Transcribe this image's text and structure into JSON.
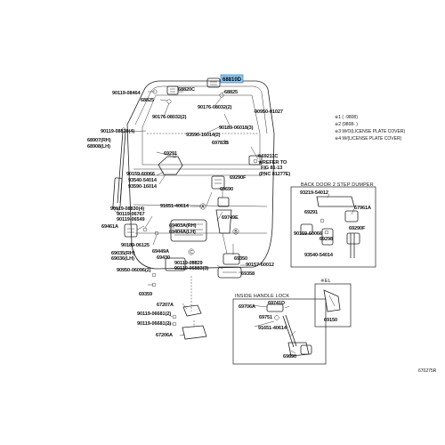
{
  "highlight_part": "68810D",
  "part_labels": [
    {
      "id": "p01",
      "text": "68820C"
    },
    {
      "id": "p02",
      "text": "90119-08464"
    },
    {
      "id": "p03",
      "text": "68825"
    },
    {
      "id": "p04",
      "text": "68825"
    },
    {
      "id": "p05",
      "text": "90176-08032(2)"
    },
    {
      "id": "p06",
      "text": "90176-08032(2)"
    },
    {
      "id": "p07",
      "text": "90950-01027"
    },
    {
      "id": "p08",
      "text": "90119-08830(4)"
    },
    {
      "id": "p09",
      "text": "90189-06018(3)"
    },
    {
      "id": "p10",
      "text": "93590-16014(2)"
    },
    {
      "id": "p11",
      "text": "69783B"
    },
    {
      "id": "p12",
      "text": "68907(RH)"
    },
    {
      "id": "p13",
      "text": "68908(LH)"
    },
    {
      "id": "p14",
      "text": "69291"
    },
    {
      "id": "p15",
      "text": "※69211C"
    },
    {
      "id": "p16",
      "text": "★REFER TO"
    },
    {
      "id": "p17",
      "text": "FIG 81-13"
    },
    {
      "id": "p18",
      "text": "(PNC 81277E)"
    },
    {
      "id": "p19",
      "text": "69290F"
    },
    {
      "id": "p20",
      "text": "90159-60066"
    },
    {
      "id": "p21",
      "text": "93540-54014"
    },
    {
      "id": "p22",
      "text": "93590-16014"
    },
    {
      "id": "p23",
      "text": "69690"
    },
    {
      "id": "p24",
      "text": "91651-40614"
    },
    {
      "id": "p25",
      "text": "90119-08830(4)"
    },
    {
      "id": "p26",
      "text": "90119-06767"
    },
    {
      "id": "p27",
      "text": "90119-06549"
    },
    {
      "id": "p28",
      "text": "69749E"
    },
    {
      "id": "p29",
      "text": "69461A"
    },
    {
      "id": "p30",
      "text": "69403A(RH)"
    },
    {
      "id": "p31",
      "text": "69404A(LH)"
    },
    {
      "id": "p32",
      "text": "90189-06125"
    },
    {
      "id": "p33",
      "text": "69035(RH)"
    },
    {
      "id": "p34",
      "text": "69036(LH)"
    },
    {
      "id": "p35",
      "text": "69449A"
    },
    {
      "id": "p36",
      "text": "69430"
    },
    {
      "id": "p37",
      "text": "90119-08829"
    },
    {
      "id": "p38",
      "text": "69350"
    },
    {
      "id": "p39",
      "text": "90950-06096(2)"
    },
    {
      "id": "p40",
      "text": "90119-06883(3)"
    },
    {
      "id": "p41",
      "text": "90157-60012"
    },
    {
      "id": "p42",
      "text": "69358"
    },
    {
      "id": "p43",
      "text": "69359"
    },
    {
      "id": "p44",
      "text": "67207A"
    },
    {
      "id": "p45",
      "text": "90119-06681(2)"
    },
    {
      "id": "p46",
      "text": "90119-06681(2)"
    },
    {
      "id": "p47",
      "text": "67206A"
    },
    {
      "id": "p48",
      "text": "93219-54012"
    },
    {
      "id": "p49",
      "text": "67961A"
    },
    {
      "id": "p50",
      "text": "69291"
    },
    {
      "id": "p51",
      "text": "90159-60066"
    },
    {
      "id": "p52",
      "text": "69298"
    },
    {
      "id": "p53",
      "text": "69290F"
    },
    {
      "id": "p54",
      "text": "93540-54014"
    },
    {
      "id": "p55",
      "text": "69706A"
    },
    {
      "id": "p56",
      "text": "69741D"
    },
    {
      "id": "p57",
      "text": "69751"
    },
    {
      "id": "p58",
      "text": "91651-40614"
    },
    {
      "id": "p59",
      "text": "69690"
    },
    {
      "id": "p60",
      "text": "69150"
    }
  ],
  "callouts": {
    "a": "A",
    "b": "B",
    "c": "C"
  },
  "legend": [
    "※1 (    -9808)",
    "※2 (9808-    )",
    "※3 W/O(LICENSE PLATE COVER)",
    "※4 W/(LICENSE PLATE COVER)"
  ],
  "sections": {
    "back_door": "BACK DOOR 2 STEP DUMPER",
    "inside_handle": "INSIDE HANDLE LOCK",
    "inset_el": "※EL"
  },
  "footer_code": "670275R"
}
